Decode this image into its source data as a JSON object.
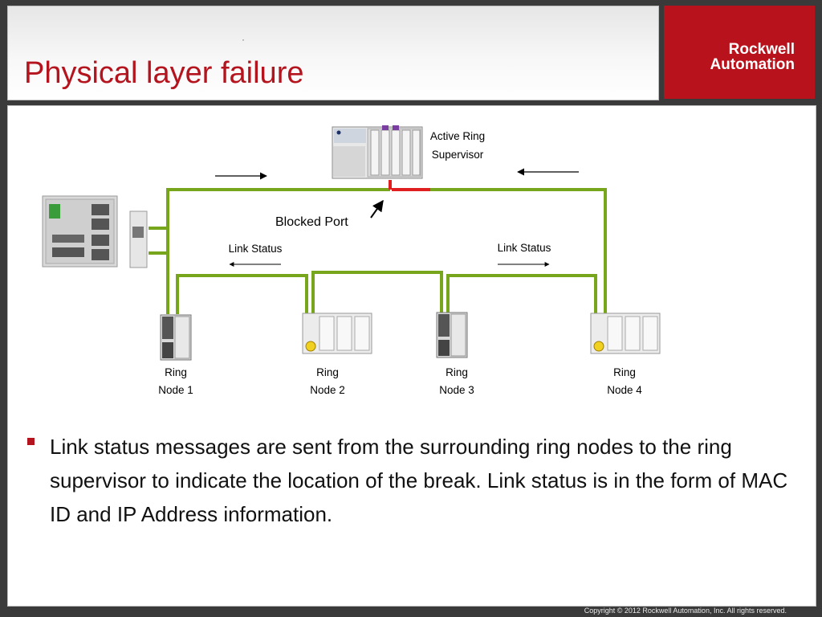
{
  "slide": {
    "title": "Physical layer failure",
    "logo": {
      "line1": "Rockwell",
      "line2": "Automation"
    },
    "footer": "Copyright © 2012 Rockwell Automation, Inc. All rights reserved."
  },
  "diagram": {
    "supervisor_label": {
      "line1": "Active Ring",
      "line2": "Supervisor"
    },
    "blocked_port": "Blocked Port",
    "link_status_left": "Link Status",
    "link_status_right": "Link Status",
    "nodes": [
      {
        "line1": "Ring",
        "line2": "Node 1"
      },
      {
        "line1": "Ring",
        "line2": "Node 2"
      },
      {
        "line1": "Ring",
        "line2": "Node 3"
      },
      {
        "line1": "Ring",
        "line2": "Node 4"
      }
    ],
    "colors": {
      "ring_cable": "#77a51c",
      "blocked_cable": "#e02020",
      "accent": "#b4141e"
    }
  },
  "bullets": [
    "Link status messages are sent from the surrounding ring nodes to the ring supervisor to indicate the location of the break. Link status is in the form of MAC ID and IP Address information."
  ]
}
